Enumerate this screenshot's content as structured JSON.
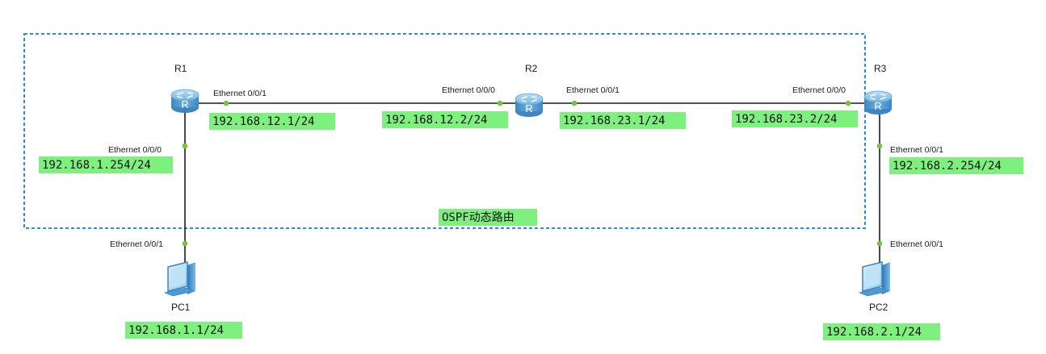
{
  "area": {
    "label": "OSPF动态路由"
  },
  "devices": {
    "r1": {
      "name": "R1",
      "icon": "router-icon"
    },
    "r2": {
      "name": "R2",
      "icon": "router-icon"
    },
    "r3": {
      "name": "R3",
      "icon": "router-icon"
    },
    "pc1": {
      "name": "PC1",
      "icon": "pc-icon"
    },
    "pc2": {
      "name": "PC2",
      "icon": "pc-icon"
    }
  },
  "ports": {
    "r1_e001": "Ethernet 0/0/1",
    "r1_e000": "Ethernet 0/0/0",
    "pc1_e001": "Ethernet 0/0/1",
    "r2_e000": "Ethernet 0/0/0",
    "r2_e001": "Ethernet 0/0/1",
    "r3_e000": "Ethernet 0/0/0",
    "r3_e001": "Ethernet 0/0/1",
    "pc2_e001": "Ethernet 0/0/1"
  },
  "ips": {
    "r1_e001": "192.168.12.1/24",
    "r2_e000": "192.168.12.2/24",
    "r2_e001": "192.168.23.1/24",
    "r3_e000": "192.168.23.2/24",
    "r1_e000": "192.168.1.254/24",
    "r3_e001": "192.168.2.254/24",
    "pc1": "192.168.1.1/24",
    "pc2": "192.168.2.1/24"
  },
  "colors": {
    "area_border": "#2b8ce6",
    "link": "#1a1a1a",
    "port_dot": "#7ac143",
    "ip_highlight": "#7df07d",
    "router_body": "#4f98cf",
    "pc_body": "#3f8fd0"
  }
}
